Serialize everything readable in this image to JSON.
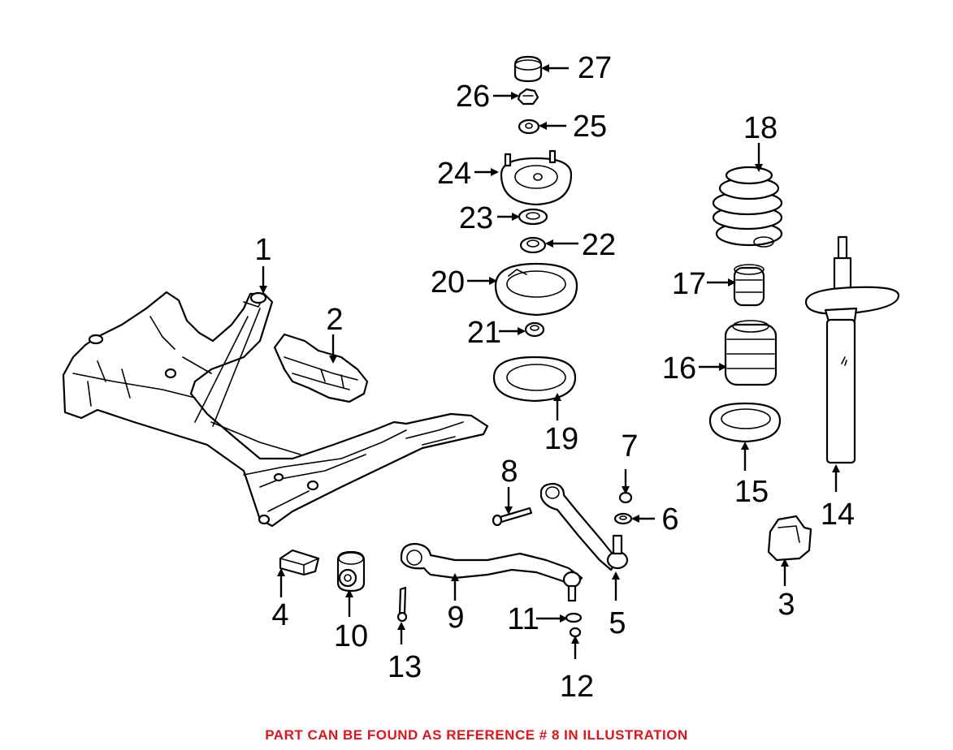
{
  "callouts": {
    "c1": "1",
    "c2": "2",
    "c3": "3",
    "c4": "4",
    "c5": "5",
    "c6": "6",
    "c7": "7",
    "c8": "8",
    "c9": "9",
    "c10": "10",
    "c11": "11",
    "c12": "12",
    "c13": "13",
    "c14": "14",
    "c15": "15",
    "c16": "16",
    "c17": "17",
    "c18": "18",
    "c19": "19",
    "c20": "20",
    "c21": "21",
    "c22": "22",
    "c23": "23",
    "c24": "24",
    "c25": "25",
    "c26": "26",
    "c27": "27"
  },
  "caption": "PART CAN BE FOUND AS REFERENCE # 8 IN ILLUSTRATION",
  "colors": {
    "caption": "#e0141b",
    "line": "#000000",
    "background": "#ffffff"
  }
}
